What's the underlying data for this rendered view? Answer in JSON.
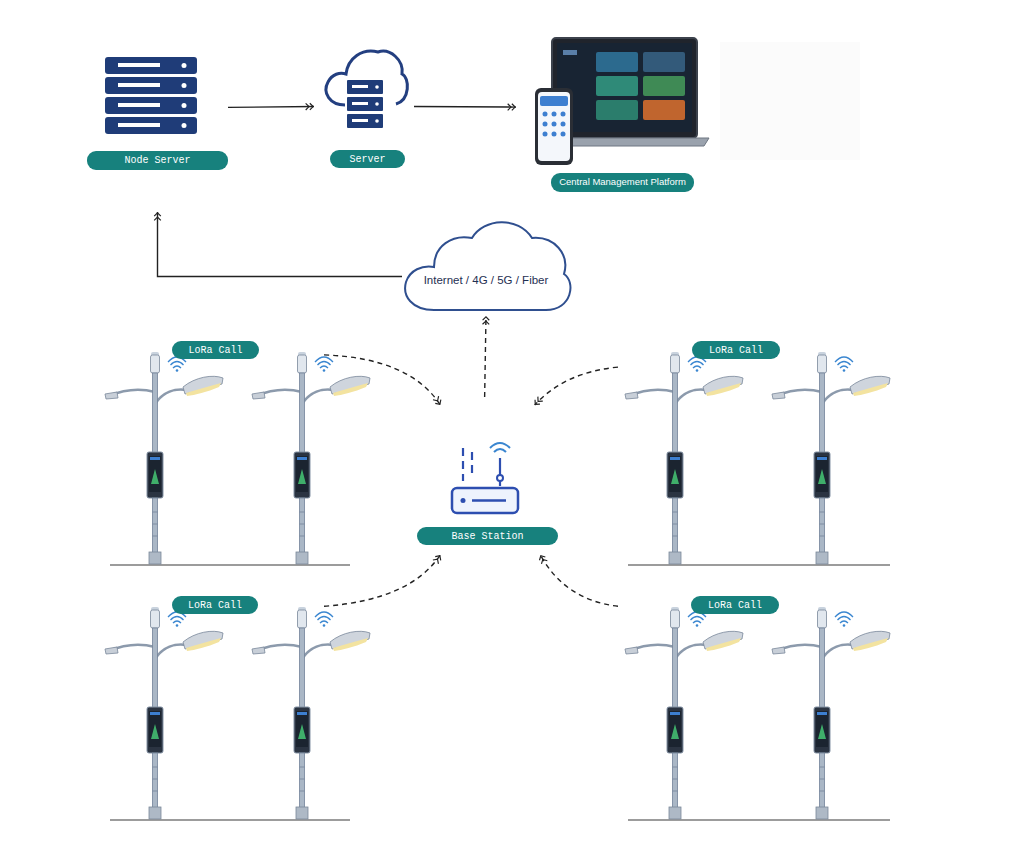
{
  "diagram": {
    "nodes": [
      {
        "text": [
          "Node Server"
        ]
      },
      {
        "text": [
          "Server"
        ]
      },
      {
        "text": [
          "Central Management Platform"
        ]
      },
      {
        "text": [
          "Internet / 4G / 5G / Fiber"
        ]
      },
      {
        "text": [
          "LoRa Call"
        ]
      },
      {
        "text": [
          "LoRa Call"
        ]
      },
      {
        "text": [
          "Base Station"
        ]
      },
      {
        "text": [
          "LoRa Call"
        ]
      },
      {
        "text": [
          "LoRa Call"
        ]
      }
    ],
    "edges": [
      {
        "from": 0,
        "to": 1,
        "arrow": "to"
      },
      {
        "from": 1,
        "to": 2,
        "arrow": "to"
      },
      {
        "from": 3,
        "to": 0,
        "arrow": "to"
      },
      {
        "from": 6,
        "to": 3,
        "arrow": "to"
      },
      {
        "from": 4,
        "to": 6,
        "arrow": "to"
      },
      {
        "from": 5,
        "to": 6,
        "arrow": "to"
      },
      {
        "from": 7,
        "to": 6,
        "arrow": "to"
      },
      {
        "from": 8,
        "to": 6,
        "arrow": "to"
      }
    ]
  }
}
